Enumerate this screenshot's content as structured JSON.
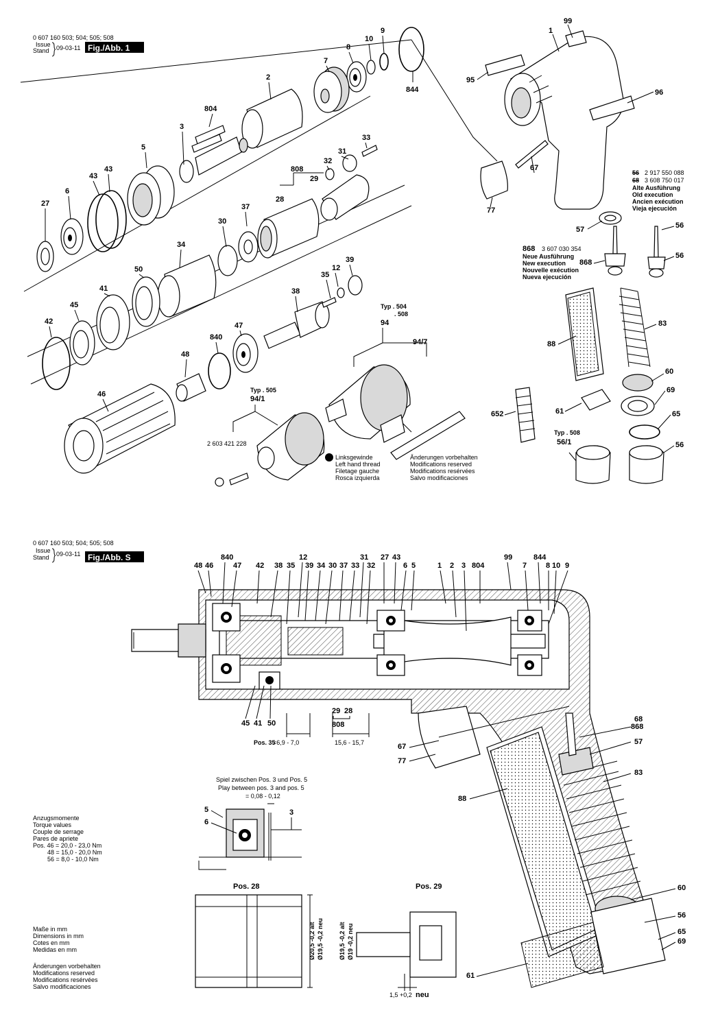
{
  "header1": {
    "part_numbers": "0 607 160 503; 504; 505; 508",
    "issue_label": "Issue",
    "stand_label": "Stand",
    "date": "09-03-11",
    "fig": "Fig./Abb. 1"
  },
  "header2": {
    "part_numbers": "0 607 160 503; 504; 505; 508",
    "issue_label": "Issue",
    "stand_label": "Stand",
    "date": "09-03-11",
    "fig": "Fig./Abb. S"
  },
  "fig1_labels": {
    "l1": "1",
    "l99": "99",
    "l9": "9",
    "l10": "10",
    "l8": "8",
    "l7": "7",
    "l2": "2",
    "l844": "844",
    "l95": "95",
    "l96": "96",
    "l804": "804",
    "l3": "3",
    "l33": "33",
    "l31": "31",
    "l32": "32",
    "l808": "808",
    "l29": "29",
    "l28": "28",
    "l5": "5",
    "l43a": "43",
    "l43b": "43",
    "l6": "6",
    "l27": "27",
    "l37": "37",
    "l30": "30",
    "l34": "34",
    "l50": "50",
    "l41": "41",
    "l45": "45",
    "l42": "42",
    "l38": "38",
    "l35": "35",
    "l12": "12",
    "l39": "39",
    "l47": "47",
    "l840": "840",
    "l48": "48",
    "l46": "46",
    "l94": "94",
    "l94_7": "94/7",
    "l94_1": "94/1",
    "l67": "67",
    "l77": "77",
    "l57": "57",
    "l56a": "56",
    "l868": "868",
    "l56b": "56",
    "l83": "83",
    "l88": "88",
    "l60": "60",
    "l69": "69",
    "l65": "65",
    "l652": "652",
    "l61": "61",
    "l56_1": "56/1",
    "l56c": "56"
  },
  "fig1_text": {
    "typ504": "Typ . 504",
    "typ508a": ". 508",
    "typ505": "Typ . 505",
    "typ508b": "Typ . 508",
    "chuck_key_no": "2 603 421 228",
    "old_code1_pos": "56",
    "old_code1": "2 917 550 088",
    "old_code2_pos": "68",
    "old_code2": "3 608 750 017",
    "old_exec": [
      "Alte Ausführung",
      "Old execution",
      "Ancien exécution",
      "Vieja ejecución"
    ],
    "new_pos": "868",
    "new_code": "3 607 030 354",
    "new_exec": [
      "Neue Ausführung",
      "New execution",
      "Nouvelle exécution",
      "Nueva ejecución"
    ],
    "left_thread": [
      "Linksgewinde",
      "Left hand thread",
      "Filetage gauche",
      "Rosca izquierda"
    ],
    "modifications": [
      "Änderungen vorbehalten",
      "Modifications reserved",
      "Modifications resérvées",
      "Salvo modificaciones"
    ]
  },
  "figS_top_labels": {
    "a48": "48",
    "a46": "46",
    "a840": "840",
    "a47": "47",
    "a42": "42",
    "a38": "38",
    "a35": "35",
    "a12": "12",
    "a39": "39",
    "a34": "34",
    "a30": "30",
    "a37": "37",
    "a31": "31",
    "a33": "33",
    "a27": "27",
    "a43": "43",
    "a32": "32",
    "a6": "6",
    "a5": "5",
    "a1": "1",
    "a2": "2",
    "a3": "3",
    "a804": "804",
    "a99": "99",
    "a7": "7",
    "a844": "844",
    "a8": "8",
    "a10": "10",
    "a9": "9"
  },
  "figS_labels": {
    "b45": "45",
    "b41": "41",
    "b50": "50",
    "b29": "29",
    "b28": "28",
    "b808": "808",
    "b67": "67",
    "b77": "77",
    "b68": "68",
    "b868": "868",
    "b57": "57",
    "b83": "83",
    "b88": "88",
    "b60": "60",
    "b56": "56",
    "b65": "65",
    "b69": "69",
    "b61": "61",
    "b5": "5",
    "b6": "6",
    "b3": "3"
  },
  "figS_text": {
    "pos35_label": "Pos. 35",
    "pos35_val": "=6,9 - 7,0",
    "dim2": "15,6 - 15,7",
    "play": [
      "Spiel zwischen Pos. 3 und Pos. 5",
      "Play between pos. 3 and pos. 5"
    ],
    "play_val": "= 0,08 - 0,12",
    "torque": [
      "Anzugsmomente",
      "Torque values",
      "Couple de serrage",
      "Pares de apriete"
    ],
    "torque_vals": [
      "Pos. 46 = 20,0 - 23,0 Nm",
      "48 = 15,0 - 20,0 Nm",
      "56 =  8,0 - 10,0 Nm"
    ],
    "pos28": "Pos. 28",
    "pos29": "Pos. 29",
    "d28_old": "Ø20,5 -0,2 alt",
    "d28_new": "Ø19,5 -0,2 neu",
    "d29_old": "Ø19,5 -0,2 alt",
    "d29_new": "Ø19 -0,2 neu",
    "d29_len": "1,5 +0,2",
    "d29_len_tag": "neu",
    "mm": [
      "Maße in mm",
      "Dimensions in mm",
      "Cotes en mm",
      "Medidas en mm"
    ],
    "modifications": [
      "Änderungen vorbehalten",
      "Modifications reserved",
      "Modifications resérvées",
      "Salvo modificaciones"
    ]
  }
}
